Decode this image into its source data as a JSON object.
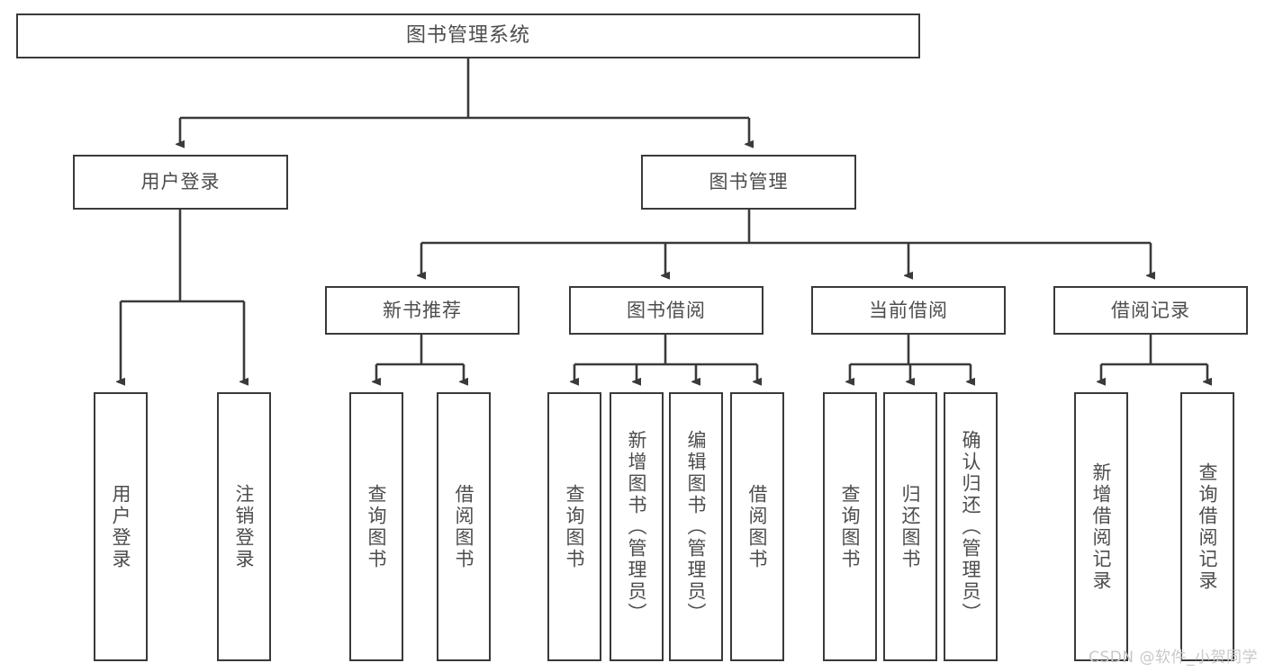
{
  "diagram": {
    "kind": "tree-hierarchy",
    "title": "图书管理系统",
    "stroke_color": "#3a3a3a",
    "text_color": "#4d4d4d",
    "background": "#ffffff",
    "watermark": "CSDN @软件_小贺同学"
  },
  "root": {
    "label": "图书管理系统"
  },
  "level1": [
    {
      "label": "用户登录"
    },
    {
      "label": "图书管理"
    }
  ],
  "level2": [
    {
      "label": "新书推荐"
    },
    {
      "label": "图书借阅"
    },
    {
      "label": "当前借阅"
    },
    {
      "label": "借阅记录"
    }
  ],
  "leaves": {
    "user_login": [
      {
        "label": "用户登录"
      },
      {
        "label": "注销登录"
      }
    ],
    "new_book_recommend": [
      {
        "label": "查询图书"
      },
      {
        "label": "借阅图书"
      }
    ],
    "book_borrow": [
      {
        "label": "查询图书"
      },
      {
        "label": "新增图书（管理员）"
      },
      {
        "label": "编辑图书（管理员）"
      },
      {
        "label": "借阅图书"
      }
    ],
    "current_borrow": [
      {
        "label": "查询图书"
      },
      {
        "label": "归还图书"
      },
      {
        "label": "确认归还（管理员）"
      }
    ],
    "borrow_record": [
      {
        "label": "新增借阅记录"
      },
      {
        "label": "查询借阅记录"
      }
    ]
  }
}
